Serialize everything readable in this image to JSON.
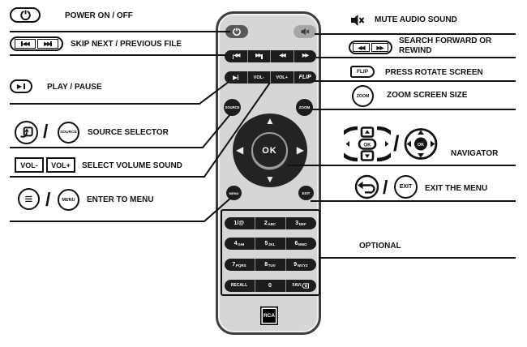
{
  "sep": "/",
  "colors": {
    "line": "#111111",
    "remote_body": "#d6d6d6",
    "remote_border": "#3f3f3f",
    "button_dark": "#1d1d1d",
    "power_button": "#585858",
    "mute_button": "#a6a6a6",
    "navpad": "#232323"
  },
  "left_callouts": {
    "power": {
      "label": "POWER ON / OFF"
    },
    "skip": {
      "label": "SKIP  NEXT / PREVIOUS FILE",
      "icon1": "◀◀",
      "icon2": "▶▶"
    },
    "play": {
      "label": "PLAY / PAUSE",
      "icon": "▶"
    },
    "source": {
      "label": "SOURCE  SELECTOR",
      "icon2_text": "SOURCE"
    },
    "volume": {
      "label": "SELECT VOLUME SOUND",
      "box1": "VOL-",
      "box2": "VOL+"
    },
    "menu": {
      "label": "ENTER TO MENU",
      "icon1": "≡",
      "icon2_text": "MENU"
    }
  },
  "right_callouts": {
    "mute": {
      "label": "MUTE AUDIO SOUND"
    },
    "search": {
      "label_line1": "SEARCH FORWARD OR",
      "label_line2": "REWIND",
      "icon1": "◀◀",
      "icon2": "▶▶"
    },
    "flip": {
      "label": "PRESS ROTATE SCREEN",
      "icon_text": "FLIP"
    },
    "zoom": {
      "label": "ZOOM SCREEN SIZE",
      "icon_text": "ZOOM"
    },
    "navigator": {
      "label": "NAVIGATOR",
      "icon_ok": "OK"
    },
    "exit": {
      "label": "EXIT THE MENU",
      "icon2_text": "EXIT"
    },
    "optional": {
      "label": "OPTIONAL"
    }
  },
  "remote": {
    "buttons": {
      "source": "SOURCE",
      "zoom": "ZOOM",
      "menu": "MENU",
      "exit": "EXIT",
      "ok": "OK",
      "flip": "FLIP",
      "vol_minus": "VOL-",
      "vol_plus": "VOL+"
    },
    "glyphs": {
      "skip_back": "◀◀",
      "skip_fwd": "▶▶",
      "rewind": "◀◀",
      "ffwd": "▶▶",
      "play": "▶",
      "up": "▲",
      "down": "▼",
      "left": "◀",
      "right": "▶"
    },
    "keypad": {
      "rows": [
        {
          "keys": [
            {
              "d": "1/@",
              "s": ""
            },
            {
              "d": "2",
              "s": "ABC"
            },
            {
              "d": "3",
              "s": "DEF"
            }
          ]
        },
        {
          "keys": [
            {
              "d": "4",
              "s": "GHI"
            },
            {
              "d": "5",
              "s": "JKL"
            },
            {
              "d": "6",
              "s": "MNO"
            }
          ]
        },
        {
          "keys": [
            {
              "d": "7",
              "s": "PQRS"
            },
            {
              "d": "8",
              "s": "TUV"
            },
            {
              "d": "9",
              "s": "WXYZ"
            }
          ]
        },
        {
          "keys": [
            {
              "d": "RECALL",
              "s": ""
            },
            {
              "d": "0",
              "s": ""
            },
            {
              "d": "FAV/",
              "s": ""
            }
          ]
        }
      ]
    },
    "brand": "RCA"
  }
}
